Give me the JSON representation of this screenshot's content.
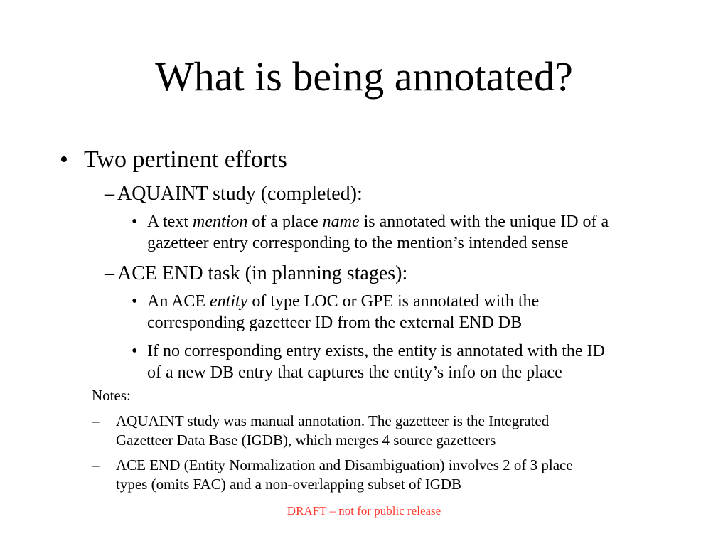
{
  "slide": {
    "title": "What is being annotated?",
    "bullet_char": "•",
    "dash_char": "–",
    "efforts": {
      "heading": "Two pertinent efforts",
      "aquaint": {
        "heading": "AQUAINT study (completed):",
        "point1": {
          "line1_a": "A text ",
          "line1_em1": "mention",
          "line1_b": " of a place ",
          "line1_em2": "name",
          "line1_c": " is annotated with the unique ID of a",
          "line2": "gazetteer entry corresponding to the mention’s intended sense"
        }
      },
      "ace": {
        "heading": "ACE END task (in planning stages):",
        "point1": {
          "line1_a": "An ACE ",
          "line1_em": "entity",
          "line1_b": " of type LOC or GPE is annotated with the",
          "line2": "corresponding gazetteer ID from the external END DB"
        },
        "point2": {
          "line1": "If no corresponding entry exists, the entity is annotated with the ID",
          "line2": "of a new DB entry that captures the entity’s info on the place"
        }
      }
    },
    "notes": {
      "label": "Notes:",
      "items": [
        {
          "line1": "AQUAINT study was manual annotation.  The gazetteer is the Integrated",
          "line2": "Gazetteer Data Base (IGDB), which merges 4 source gazetteers"
        },
        {
          "line1": "ACE END (Entity Normalization and Disambiguation) involves 2 of 3 place",
          "line2": "types (omits FAC) and a non-overlapping subset of IGDB"
        }
      ]
    },
    "footer": "DRAFT – not for public release"
  },
  "colors": {
    "text": "#000000",
    "footer": "#ff3b30",
    "background": "#ffffff"
  }
}
